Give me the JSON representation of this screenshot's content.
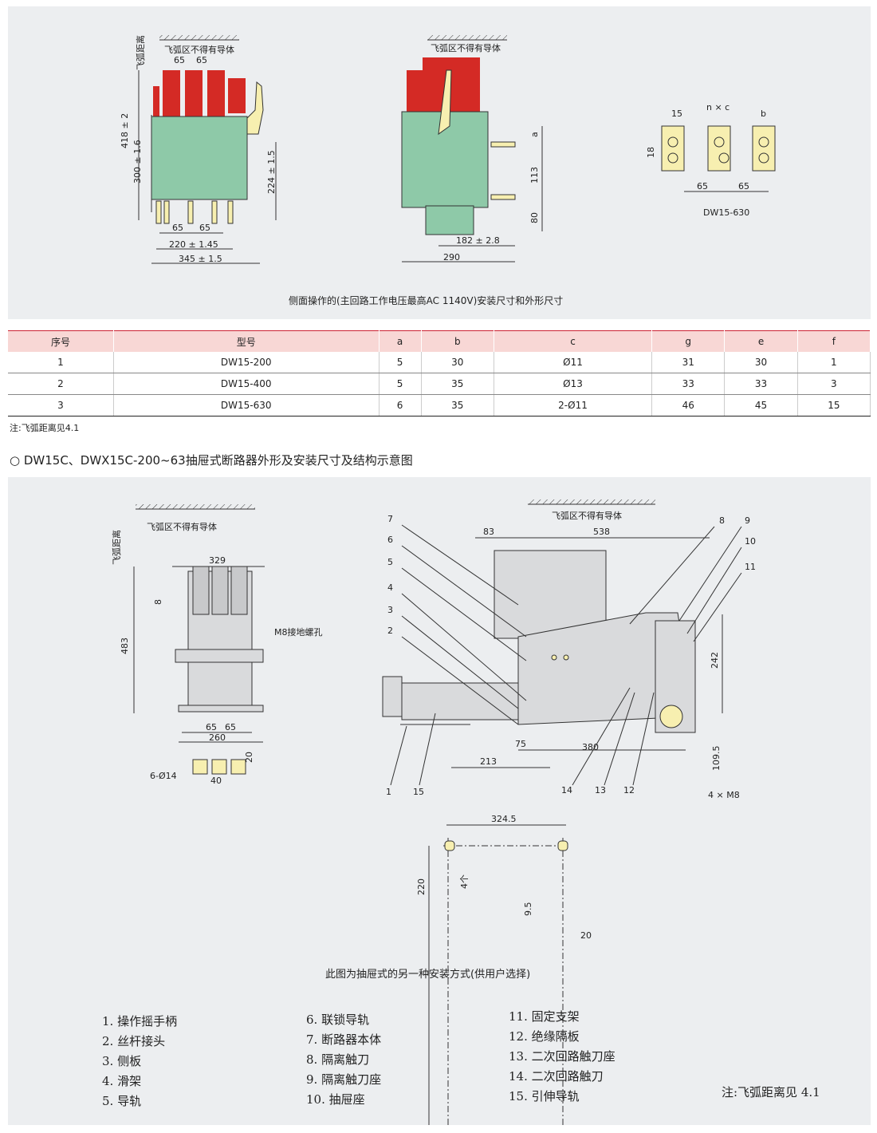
{
  "top_diagram": {
    "left_view": {
      "arc_distance": "飞弧距离",
      "arc_zone": "飞弧区不得有导体",
      "dim_65a": "65",
      "dim_65b": "65",
      "dim_418": "418 ± 2",
      "dim_300": "300 ± 1.6",
      "dim_224": "224 ± 1.5",
      "dim_65c": "65",
      "dim_65d": "65",
      "dim_220": "220 ± 1.45",
      "dim_345": "345 ± 1.5"
    },
    "middle_view": {
      "arc_zone": "飞弧区不得有导体",
      "dim_a": "a",
      "dim_113": "113",
      "dim_80": "80",
      "dim_182": "182 ± 2.8",
      "dim_290": "290"
    },
    "right_view": {
      "dim_15": "15",
      "dim_nc": "n × c",
      "dim_b": "b",
      "dim_18": "18",
      "dim_65a": "65",
      "dim_65b": "65",
      "model": "DW15-630"
    },
    "caption": "侧面操作的(主回路工作电压最高AC 1140V)安装尺寸和外形尺寸"
  },
  "spec_table": {
    "headers": [
      "序号",
      "型号",
      "a",
      "b",
      "c",
      "g",
      "e",
      "f"
    ],
    "rows": [
      [
        "1",
        "DW15-200",
        "5",
        "30",
        "Ø11",
        "31",
        "30",
        "1"
      ],
      [
        "2",
        "DW15-400",
        "5",
        "35",
        "Ø13",
        "33",
        "33",
        "3"
      ],
      [
        "3",
        "DW15-630",
        "6",
        "35",
        "2-Ø11",
        "46",
        "45",
        "15"
      ]
    ]
  },
  "note_top": "注:飞弧距离见4.1",
  "section_title": "○ DW15C、DWX15C-200~63抽屉式断路器外形及安装尺寸及结构示意图",
  "bottom_diagram": {
    "left_view": {
      "arc_distance": "飞弧距离",
      "arc_zone": "飞弧区不得有导体",
      "dim_329": "329",
      "dim_8": "8",
      "dim_483": "483",
      "ground_hole": "M8接地螺孔",
      "dim_65a": "65",
      "dim_65b": "65",
      "dim_260": "260",
      "dim_20": "20",
      "holes": "6-Ø14",
      "dim_40": "40"
    },
    "right_view": {
      "arc_zone": "飞弧区不得有导体",
      "dim_83": "83",
      "dim_538": "538",
      "dim_242": "242",
      "dim_109": "109.5",
      "dim_75": "75",
      "dim_380": "380",
      "dim_213": "213",
      "m8": "4 × M8",
      "callouts": [
        "1",
        "2",
        "3",
        "4",
        "5",
        "6",
        "7",
        "8",
        "9",
        "10",
        "11",
        "12",
        "13",
        "14",
        "15"
      ]
    },
    "mount_view": {
      "dim_324": "324.5",
      "dim_220": "220",
      "dim_4": "4个",
      "dim_9": "9.5",
      "dim_20": "20"
    },
    "caption": "此图为抽屉式的另一种安装方式(供用户选择)"
  },
  "legend": {
    "col1": [
      "1. 操作摇手柄",
      "2. 丝杆接头",
      "3. 侧板",
      "4. 滑架",
      "5. 导轨"
    ],
    "col2": [
      "6. 联锁导轨",
      "7. 断路器本体",
      "8. 隔离触刀",
      "9. 隔离触刀座",
      "10. 抽屉座"
    ],
    "col3": [
      "11. 固定支架",
      "12. 绝缘隔板",
      "13. 二次回路触刀座",
      "14. 二次回路触刀",
      "15. 引伸导轨"
    ]
  },
  "note_bottom": "注:飞弧距离见 4.1",
  "colors": {
    "panel": "#eceef0",
    "red": "#d42a25",
    "green": "#8ec9a8",
    "yellow": "#f7efb0",
    "table_header": "#f8d7d5"
  }
}
